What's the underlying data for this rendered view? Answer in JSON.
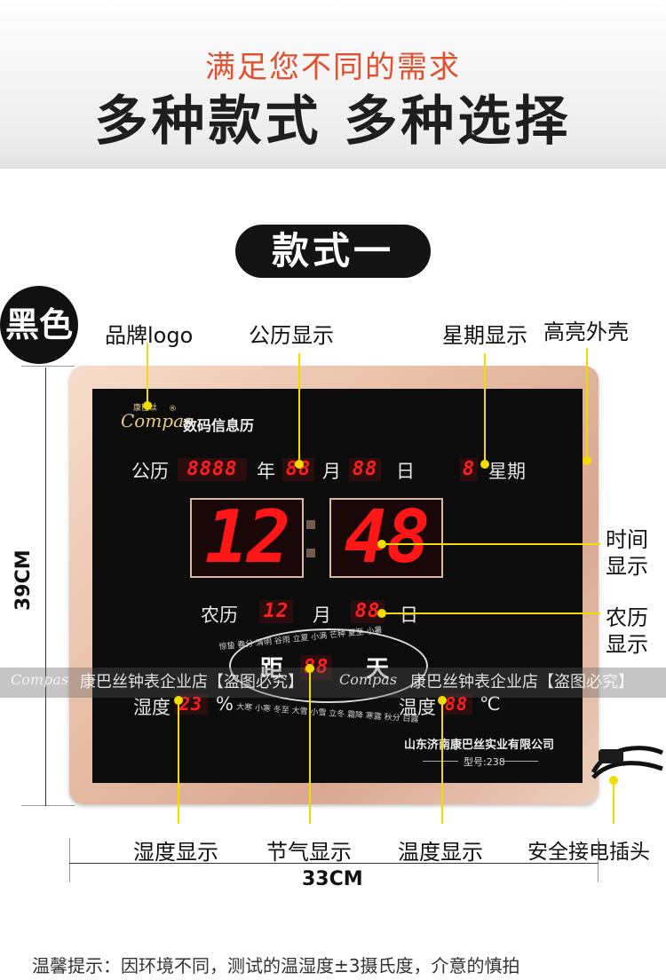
{
  "header": {
    "subtitle": "满足您不同的需求",
    "title": "多种款式 多种选择"
  },
  "style_pill": "款式一",
  "color_badge": "黑色",
  "annotations": {
    "brand_logo": "品牌logo",
    "solar_date": "公历显示",
    "weekday": "星期显示",
    "shell": "高亮外壳",
    "time_1": "时间",
    "time_2": "显示",
    "lunar_1": "农历",
    "lunar_2": "显示",
    "humidity": "湿度显示",
    "solar_term": "节气显示",
    "temperature": "温度显示",
    "plug": "安全接电插头"
  },
  "dimensions": {
    "height": "39CM",
    "width": "33CM"
  },
  "clock": {
    "brand": "Compas",
    "brand_cn": "康巴丝",
    "registered": "®",
    "product_name": "数码信息历",
    "solar_label": "公历",
    "year_digits": "8888",
    "year_unit": "年",
    "month_digits": "88",
    "month_unit": "月",
    "day_digits": "88",
    "day_unit": "日",
    "weekday_digit": "8",
    "weekday_unit": "星期",
    "hour": "12",
    "minute": "48",
    "lunar_label": "农历",
    "lunar_month_digits": "12",
    "lunar_month_unit": "月",
    "lunar_day_digits": "88",
    "lunar_day_unit": "日",
    "countdown_prefix": "距",
    "countdown_digits": "88",
    "countdown_suffix": "天",
    "humidity_label": "湿度",
    "humidity_digits": "23",
    "humidity_unit": "%",
    "temperature_label": "温度",
    "temperature_digits": "88",
    "temperature_unit": "℃",
    "solar_terms_top": "惊蛰 春分 清明 谷雨 立夏 小满 芒种 夏至 小暑",
    "solar_terms_bottom": "大寒 小寒 冬至 大雪 小雪 立冬 霜降 寒露 秋分 白露",
    "company": "山东济南康巴丝实业有限公司",
    "model": "型号:238"
  },
  "watermark": {
    "left": "康巴丝钟表企业店【盗图必究】",
    "right": "康巴丝钟表企业店【盗图必究】"
  },
  "footer": "温馨提示：因环境不同，测试的温湿度±3摄氏度，介意的慎拍",
  "colors": {
    "accent": "#e2502f",
    "annotation_line": "#f2dc00",
    "segment_red": "#ff1e1e",
    "case_rose_gold": "#e7bea5"
  }
}
